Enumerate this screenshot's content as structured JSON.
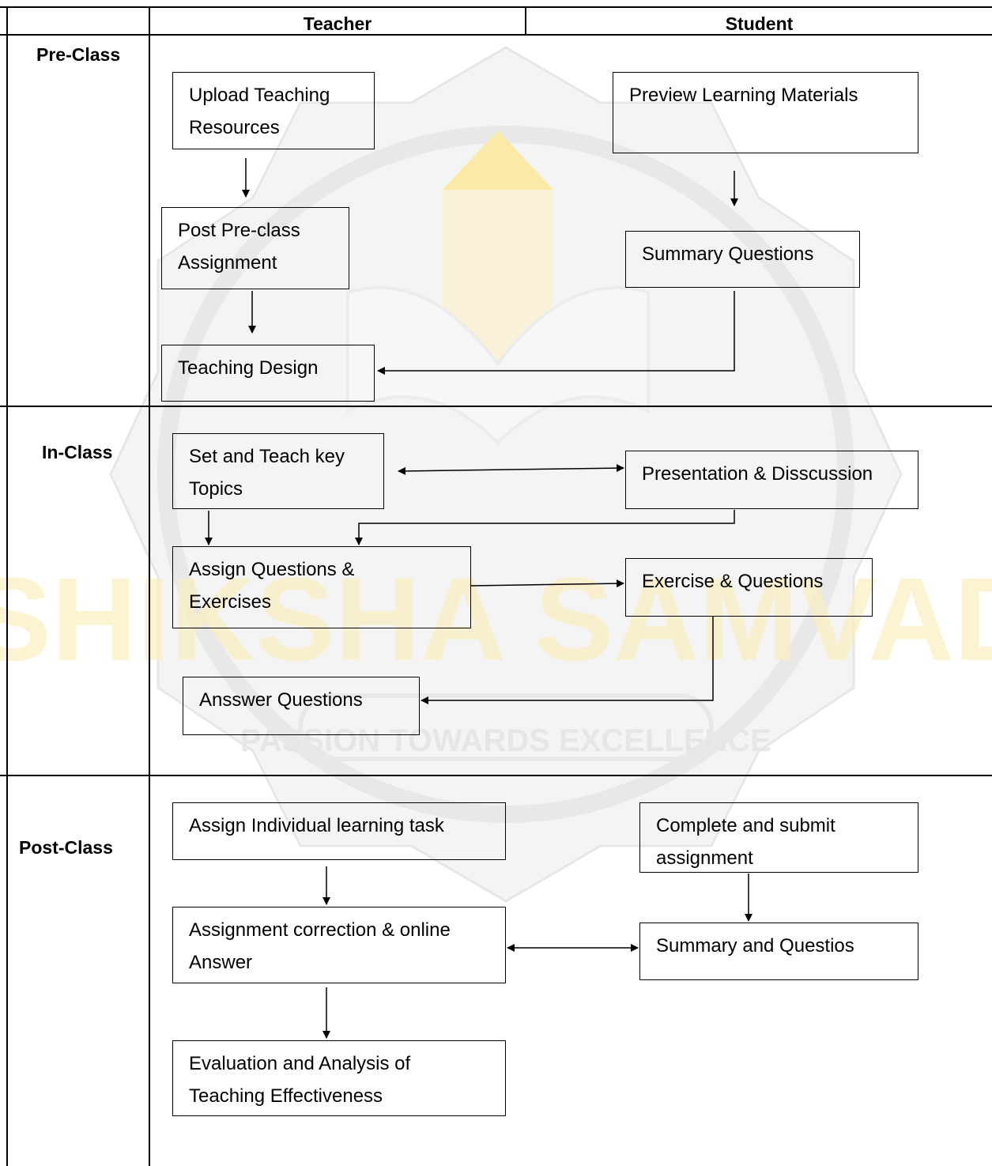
{
  "header": {
    "teacher": "Teacher",
    "student": "Student"
  },
  "phases": {
    "pre": "Pre-Class",
    "in": "In-Class",
    "post": "Post-Class"
  },
  "boxes": {
    "upload": "Upload Teaching\nResources",
    "post_assignment": "Post Pre-class\nAssignment",
    "teaching_design": "Teaching  Design",
    "preview": "Preview Learning Materials",
    "summary_questions": "Summary Questions",
    "set_teach": "Set and Teach key\nTopics",
    "presentation": "Presentation & Disscussion",
    "assign_questions": "Assign Questions &\nExercises",
    "exercise": "Exercise & Questions",
    "answer": "Ansswer Questions",
    "assign_individual": "Assign Individual learning  task",
    "complete_submit": "Complete and submit\nassignment",
    "correction": "Assignment correction & online\nAnswer",
    "summary_questios": "Summary and Questios",
    "evaluation": "Evaluation and Analysis of\nTeaching  Effectiveness"
  },
  "watermark": {
    "title": "SHIKSHA SAMVAD",
    "tagline": "PASSION TOWARDS EXCELLENCE"
  },
  "colors": {
    "line": "#000000",
    "watermark_gray": "#e3e3e3",
    "watermark_yellow": "#fbe9a8"
  }
}
